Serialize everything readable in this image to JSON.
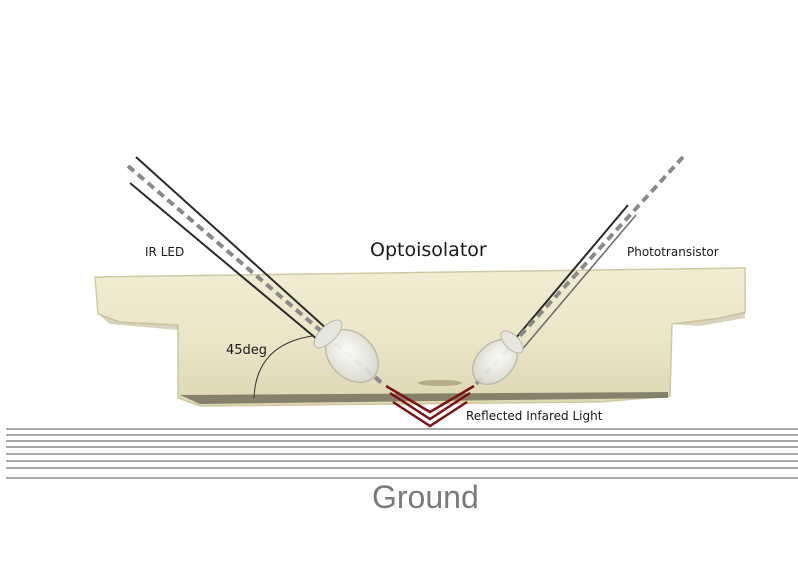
{
  "diagram": {
    "title": "Optoisolator",
    "labels": {
      "ir_led": "IR LED",
      "phototransistor": "Phototransistor",
      "angle": "45deg",
      "reflected_light": "Reflected Infared Light",
      "ground": "Ground"
    },
    "colors": {
      "housing": "#ebe6c8",
      "housing_shadow": "#cfc9a4",
      "reflected_light": "#7a1414",
      "ground_lines": "#8c8c8c",
      "beam_path": "#8a8a8a",
      "leads": "#2a2a2a"
    }
  }
}
